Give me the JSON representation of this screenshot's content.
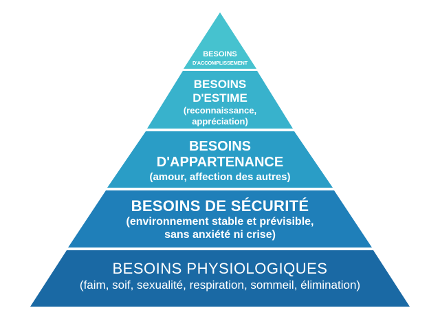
{
  "pyramid": {
    "colors": {
      "level1": "#46c2cf",
      "level2": "#38b2cc",
      "level3": "#2a9dc6",
      "level4": "#1f7fb9",
      "level5": "#1a69a4"
    },
    "levels": [
      {
        "title_lines": [
          "BESOINS",
          "D'ACCOMPLISSEMENT"
        ],
        "subtitle_lines": []
      },
      {
        "title_lines": [
          "BESOINS",
          "D'ESTIME"
        ],
        "subtitle_lines": [
          "(reconnaissance,",
          "appréciation)"
        ]
      },
      {
        "title_lines": [
          "BESOINS",
          "D'APPARTENANCE"
        ],
        "subtitle_lines": [
          "(amour, affection des autres)"
        ]
      },
      {
        "title_lines": [
          "BESOINS DE SÉCURITÉ"
        ],
        "subtitle_lines": [
          "(environnement stable et prévisible,",
          "sans anxiété ni crise)"
        ]
      },
      {
        "title_lines": [
          "BESOINS PHYSIOLOGIQUES"
        ],
        "subtitle_lines": [
          "(faim, soif, sexualité, respiration, sommeil, élimination)"
        ]
      }
    ]
  }
}
